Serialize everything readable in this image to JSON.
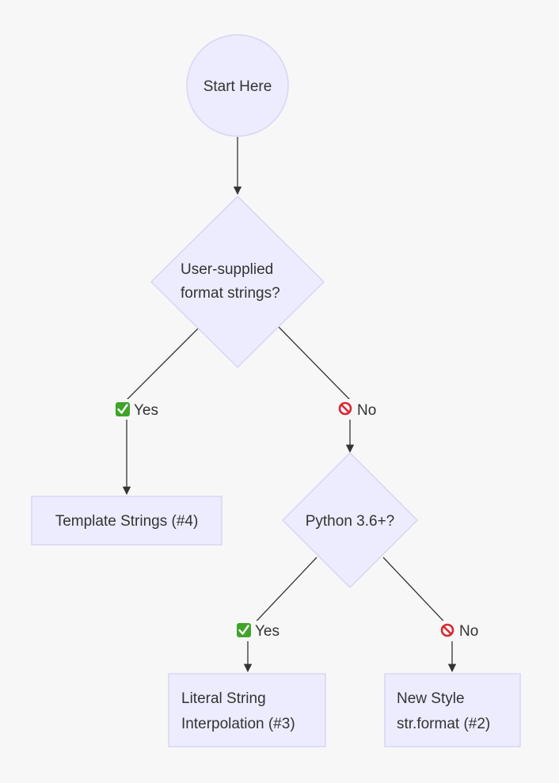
{
  "nodes": {
    "start": {
      "label": "Start Here"
    },
    "user_supplied": {
      "lines": [
        "User-supplied",
        "format strings?"
      ]
    },
    "python36": {
      "label": "Python 3.6+?"
    },
    "template_strings": {
      "label": "Template Strings (#4)"
    },
    "literal_string": {
      "lines": [
        "Literal String",
        "Interpolation (#3)"
      ]
    },
    "new_style": {
      "lines": [
        "New Style",
        "str.format (#2)"
      ]
    }
  },
  "edges": {
    "user_yes": {
      "label": "Yes",
      "icon": "check-mark-icon"
    },
    "user_no": {
      "label": "No",
      "icon": "prohibited-icon"
    },
    "python_yes": {
      "label": "Yes",
      "icon": "check-mark-icon"
    },
    "python_no": {
      "label": "No",
      "icon": "prohibited-icon"
    }
  },
  "colors": {
    "node_fill": "#ececfe",
    "node_stroke": "#d6d6f5",
    "edge": "#333333",
    "background": "#f7f7f8",
    "yes_icon": "#3fa42a",
    "no_icon": "#d8262f"
  }
}
